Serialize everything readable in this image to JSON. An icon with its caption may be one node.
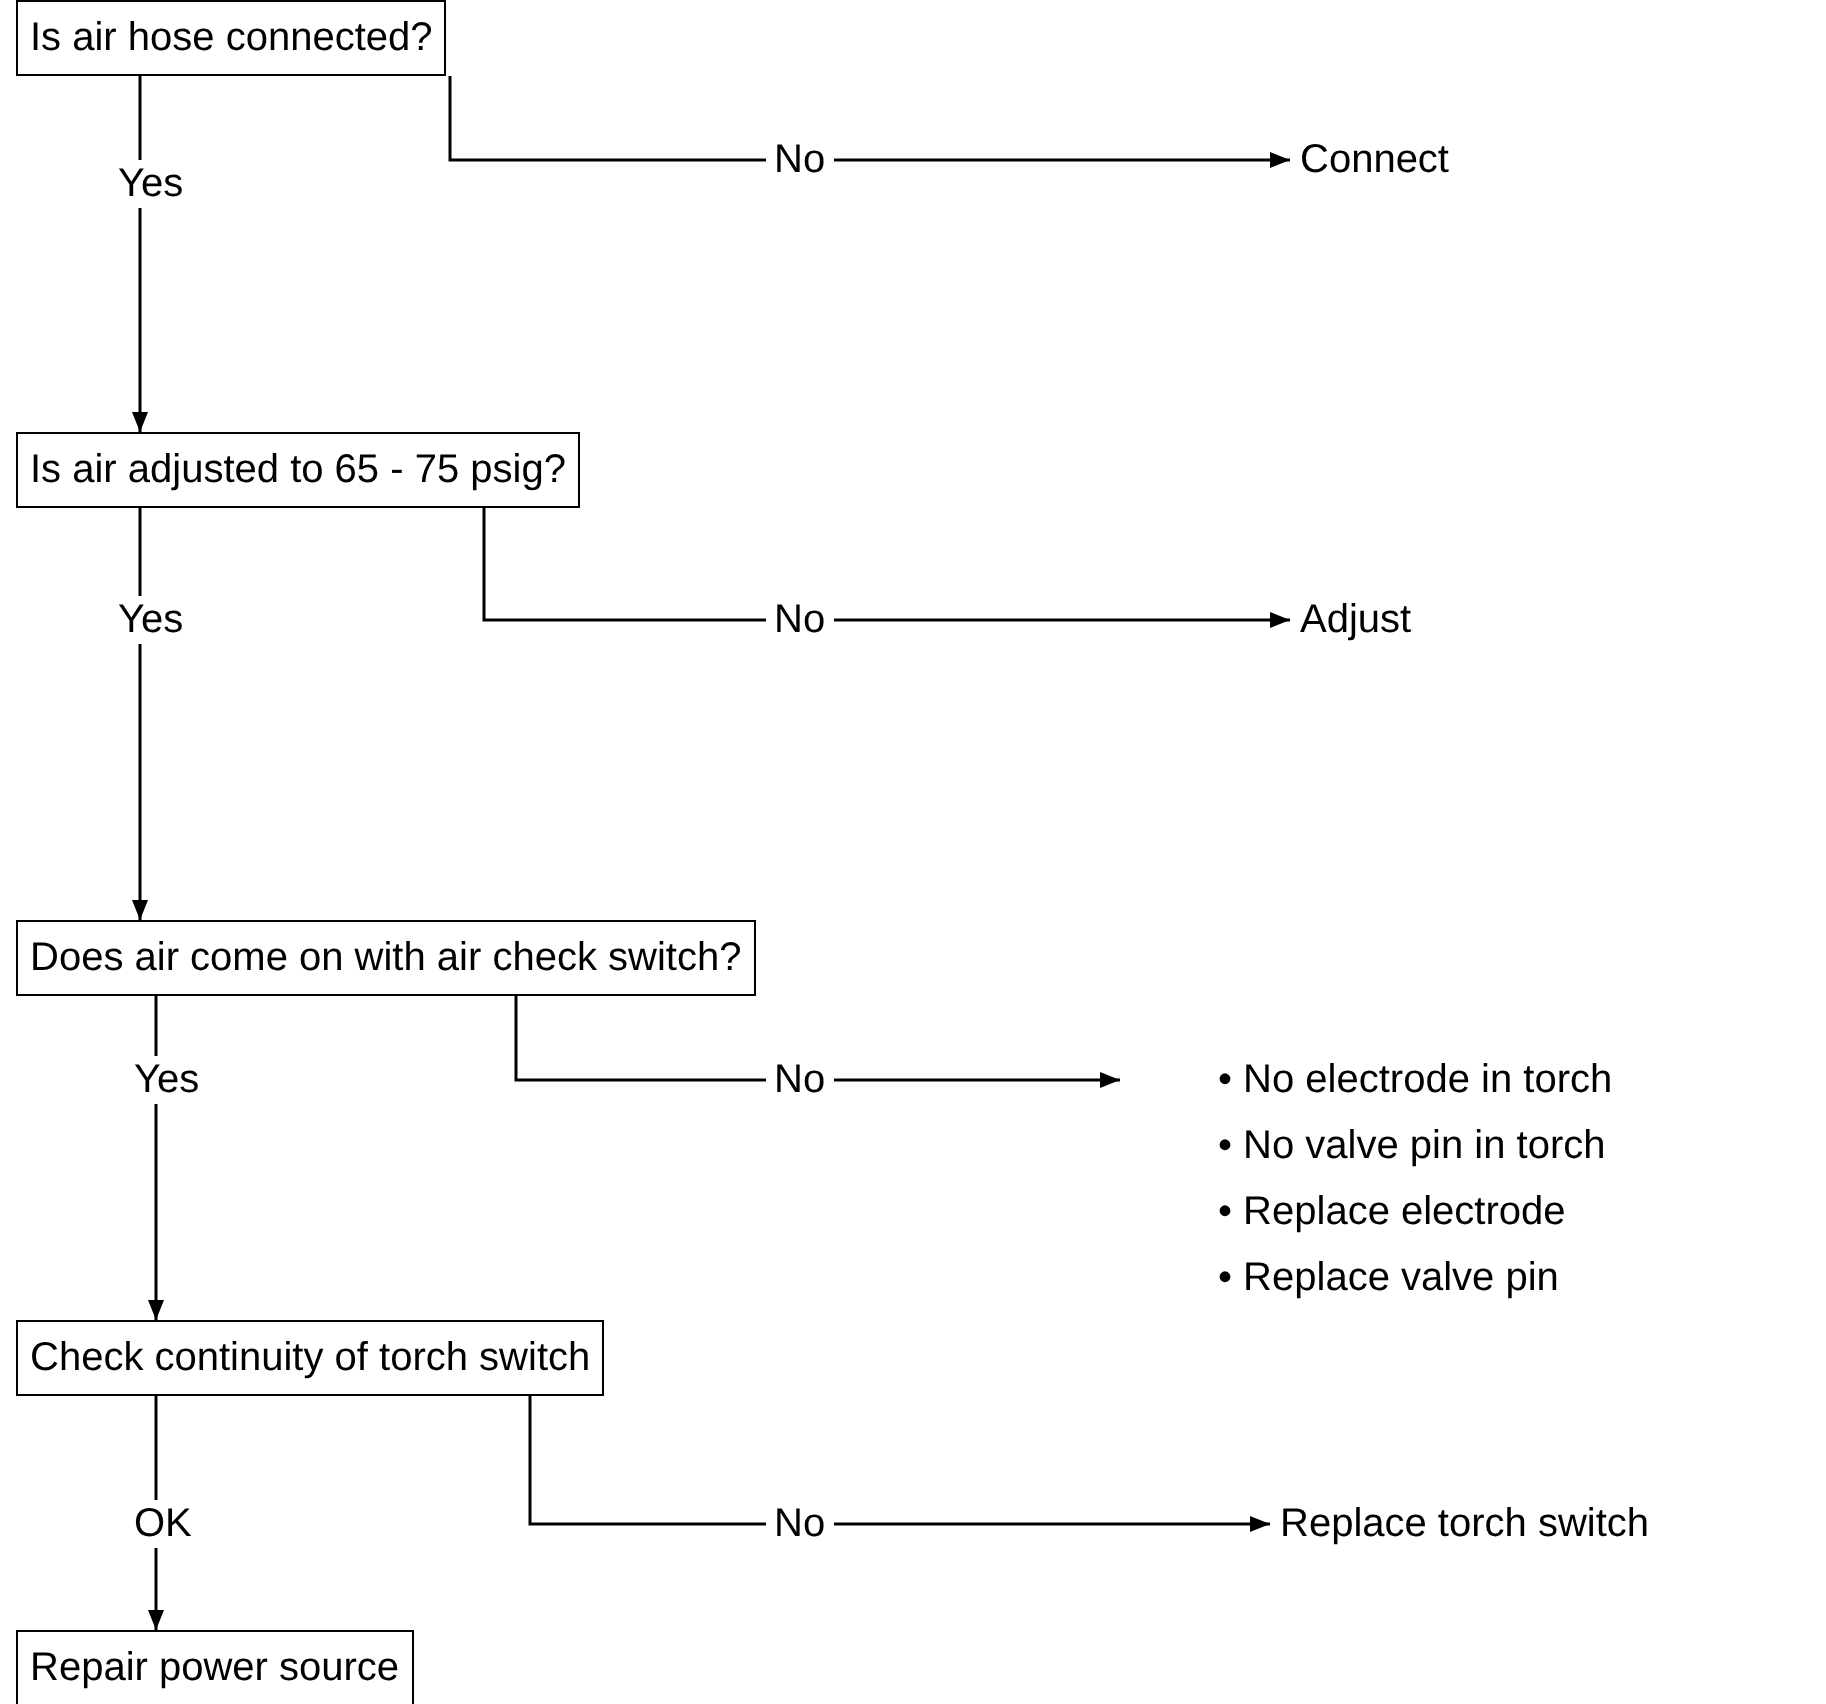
{
  "diagram": {
    "nodes": [
      {
        "text": [
          "Is air hose connected?"
        ]
      },
      {
        "text": [
          "Connect"
        ]
      },
      {
        "text": [
          "Is air adjusted to 65 - 75 psig?"
        ]
      },
      {
        "text": [
          "Adjust"
        ]
      },
      {
        "text": [
          "Does air come on with air check switch?"
        ]
      },
      {
        "text": [
          "• No electrode in torch",
          "• No valve pin in torch",
          "• Replace electrode",
          "• Replace valve pin"
        ]
      },
      {
        "text": [
          "Check continuity of torch switch"
        ]
      },
      {
        "text": [
          "Replace torch switch"
        ]
      },
      {
        "text": [
          "Repair power source"
        ]
      }
    ],
    "edges": [
      {
        "from": 0,
        "to": 2,
        "arrow": "to",
        "label": "Yes"
      },
      {
        "from": 0,
        "to": 1,
        "arrow": "to",
        "label": "No"
      },
      {
        "from": 2,
        "to": 4,
        "arrow": "to",
        "label": "Yes"
      },
      {
        "from": 2,
        "to": 3,
        "arrow": "to",
        "label": "No"
      },
      {
        "from": 4,
        "to": 6,
        "arrow": "to",
        "label": "Yes"
      },
      {
        "from": 4,
        "to": 5,
        "arrow": "to",
        "label": "No"
      },
      {
        "from": 6,
        "to": 8,
        "arrow": "to",
        "label": "OK"
      },
      {
        "from": 6,
        "to": 7,
        "arrow": "to",
        "label": "No"
      }
    ]
  }
}
